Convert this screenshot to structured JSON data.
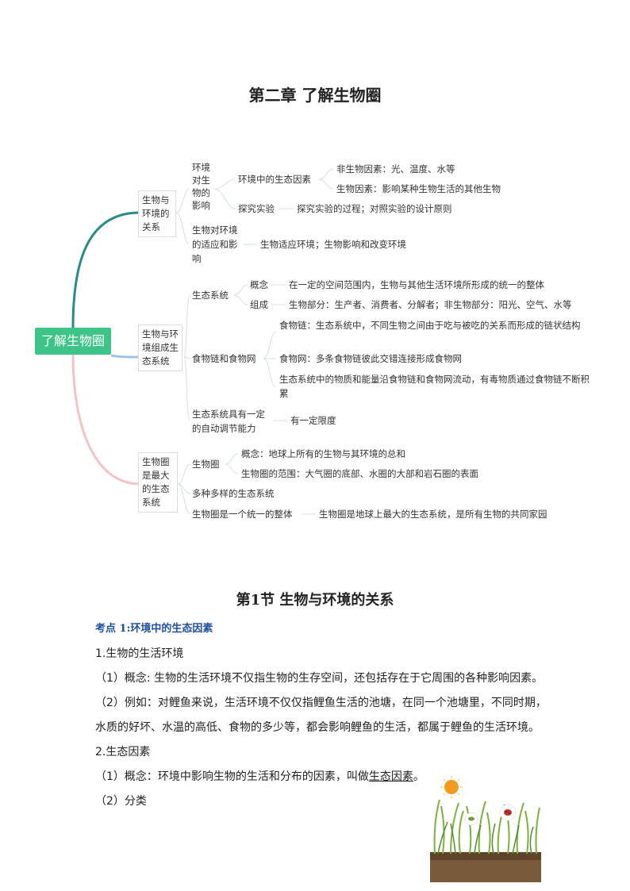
{
  "chapter_title": "第二章  了解生物圈",
  "mindmap": {
    "root": "了解生物圈",
    "b1": {
      "label": "生物与环境的关系",
      "env_effect": "环境对生物的影响",
      "eco_factor": "环境中的生态因素",
      "abiotic": "非生物因素：光、温度、水等",
      "biotic": "生物因素：影响某种生物生活的其他生物",
      "experiment": "探究实验",
      "experiment_detail": "探究实验的过程；对照实验的设计原则",
      "adapt": "生物对环境的适应和影响",
      "adapt_detail": "生物适应环境；生物影响和改变环境"
    },
    "b2": {
      "label": "生物与环境组成生态系统",
      "ecosystem": "生态系统",
      "concept": "概念",
      "concept_detail": "在一定的空间范围内，生物与其他生活环境所形成的统一的整体",
      "composition": "组成",
      "composition_detail": "生物部分：生产者、消费者、分解者；非生物部分：阳光、空气、水等",
      "foodchain": "食物链和食物网",
      "fc_def": "食物链：生态系统中，不同生物之间由于吃与被吃的关系而形成的链状结构",
      "fw_def": "食物网：多条食物链彼此交错连接形成食物网",
      "flow": "生态系统中的物质和能量沿食物链和食物网流动，有毒物质通过食物链不断积累",
      "selfreg": "生态系统具有一定的自动调节能力",
      "selfreg_detail": "有一定限度"
    },
    "b3": {
      "label": "生物圈是最大的生态系统",
      "biosphere": "生物圈",
      "bs_concept": "概念：地球上所有的生物与其环境的总和",
      "bs_range": "生物圈的范围：大气圈的底部、水圈的大部和岩石圈的表面",
      "diverse": "多种多样的生态系统",
      "unified": "生物圈是一个统一的整体",
      "unified_detail": "生物圈是地球上最大的生态系统，是所有生物的共同家园"
    }
  },
  "section_title": "第1节    生物与环境的关系",
  "kp1": "考点 1:环境中的生态因素",
  "lines": {
    "l1": "1.生物的生活环境",
    "l2": "（1）概念: 生物的生活环境不仅指生物的生存空间，还包括存在于它周围的各种影响因素。",
    "l3": "（2）例如：对鲤鱼来说，生活环境不仅仅指鲤鱼生活的池塘，在同一个池塘里，不同时期，",
    "l4": "水质的好坏、水温的高低、食物的多少等，都会影响鲤鱼的生活，都属于鲤鱼的生活环境。",
    "l5": "2.生态因素",
    "l6a": "（1）概念：环境中影响生物的生活和分布的因素，叫做",
    "l6b": "生态因素",
    "l6c": "。",
    "l7": "（2）分类"
  },
  "colors": {
    "branch1": "#2a8a8a",
    "branch2": "#9fc3e8",
    "branch3": "#f5c2c2",
    "root": "#3ec489",
    "keypoint": "#1f4fa0"
  }
}
